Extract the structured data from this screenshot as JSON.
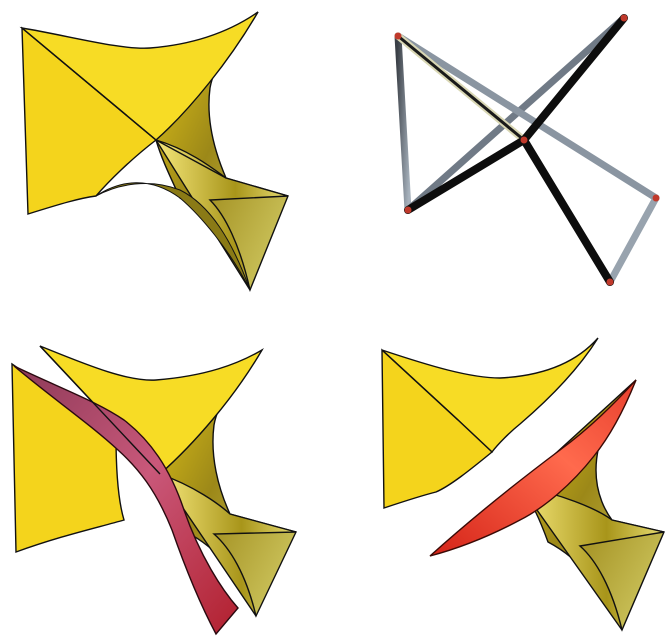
{
  "figure": {
    "panels": [
      {
        "id": "top-left",
        "subject": "yellow-saddle-surface"
      },
      {
        "id": "top-right",
        "subject": "skew-quadrilateral-wireframe"
      },
      {
        "id": "bottom-left",
        "subject": "saddle-surface-with-cutting-plane"
      },
      {
        "id": "bottom-right",
        "subject": "saddle-surface-split-by-plane"
      }
    ],
    "colors": {
      "surface": "#f2d21a",
      "surface_shade": "#b9a31a",
      "edge": "#111111",
      "wire_dark": "#0d0d0d",
      "wire_gray": "#6c7682",
      "cut_plane_left": "#b5414f",
      "cut_plane_right": "#e83a2c"
    }
  }
}
